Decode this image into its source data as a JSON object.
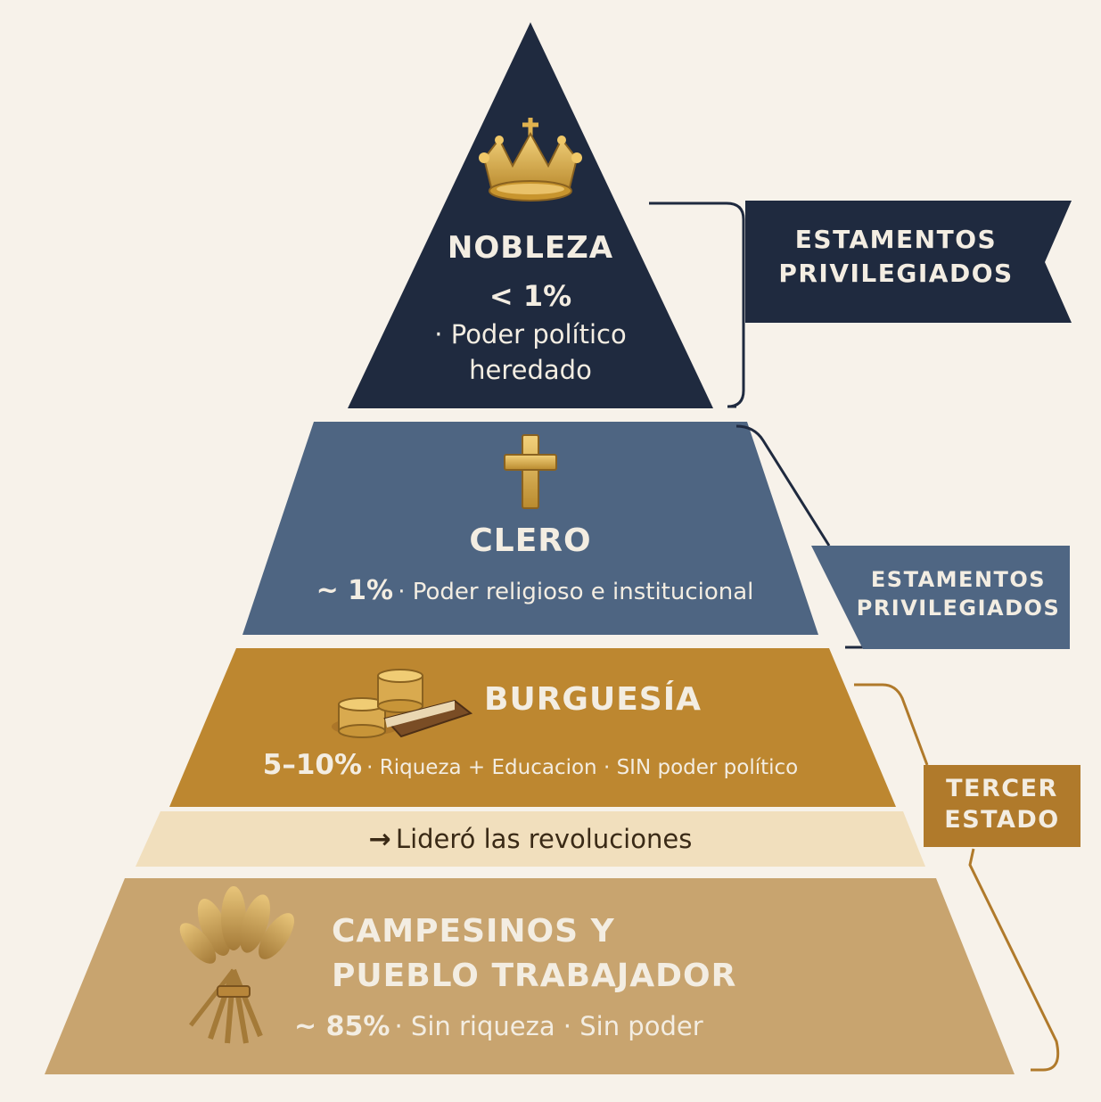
{
  "colors": {
    "background": "#f7f2ea",
    "nobleza": "#1f2a3f",
    "clero": "#4e6582",
    "burguesia": "#bd8730",
    "burguesia_note": "#f1dfbd",
    "campesinos": "#c8a46f",
    "label_dark": "#1f2a3f",
    "label_blue": "#4f6683",
    "label_gold": "#b07a2b"
  },
  "pyramid": {
    "nobleza": {
      "icon": "crown-icon",
      "title": "NOBLEZA",
      "percent": "< 1%",
      "desc_line1": "· Poder político",
      "desc_line2": "heredado"
    },
    "clero": {
      "icon": "cross-icon",
      "title": "CLERO",
      "percent": "~ 1%",
      "desc": "· Poder religioso e institucional"
    },
    "burguesia": {
      "icon": "coins-book-icon",
      "title": "BURGUESÍA",
      "percent": "5–10%",
      "desc": "· Riqueza + Educacion · SIN poder político",
      "note_arrow": "→",
      "note": "Lideró las revoluciones"
    },
    "campesinos": {
      "icon": "wheat-icon",
      "title_line1": "CAMPESINOS Y",
      "title_line2": "PUEBLO TRABAJADOR",
      "percent": "~ 85%",
      "desc": "· Sin riqueza · Sin poder"
    }
  },
  "labels": {
    "privileged_1": {
      "line1": "ESTAMENTOS",
      "line2": "PRIVILEGIADOS"
    },
    "privileged_2": {
      "line1": "ESTAMENTOS",
      "line2": "PRIVILEGIADOS"
    },
    "third_estate": {
      "line1": "TERCER",
      "line2": "ESTADO"
    }
  }
}
